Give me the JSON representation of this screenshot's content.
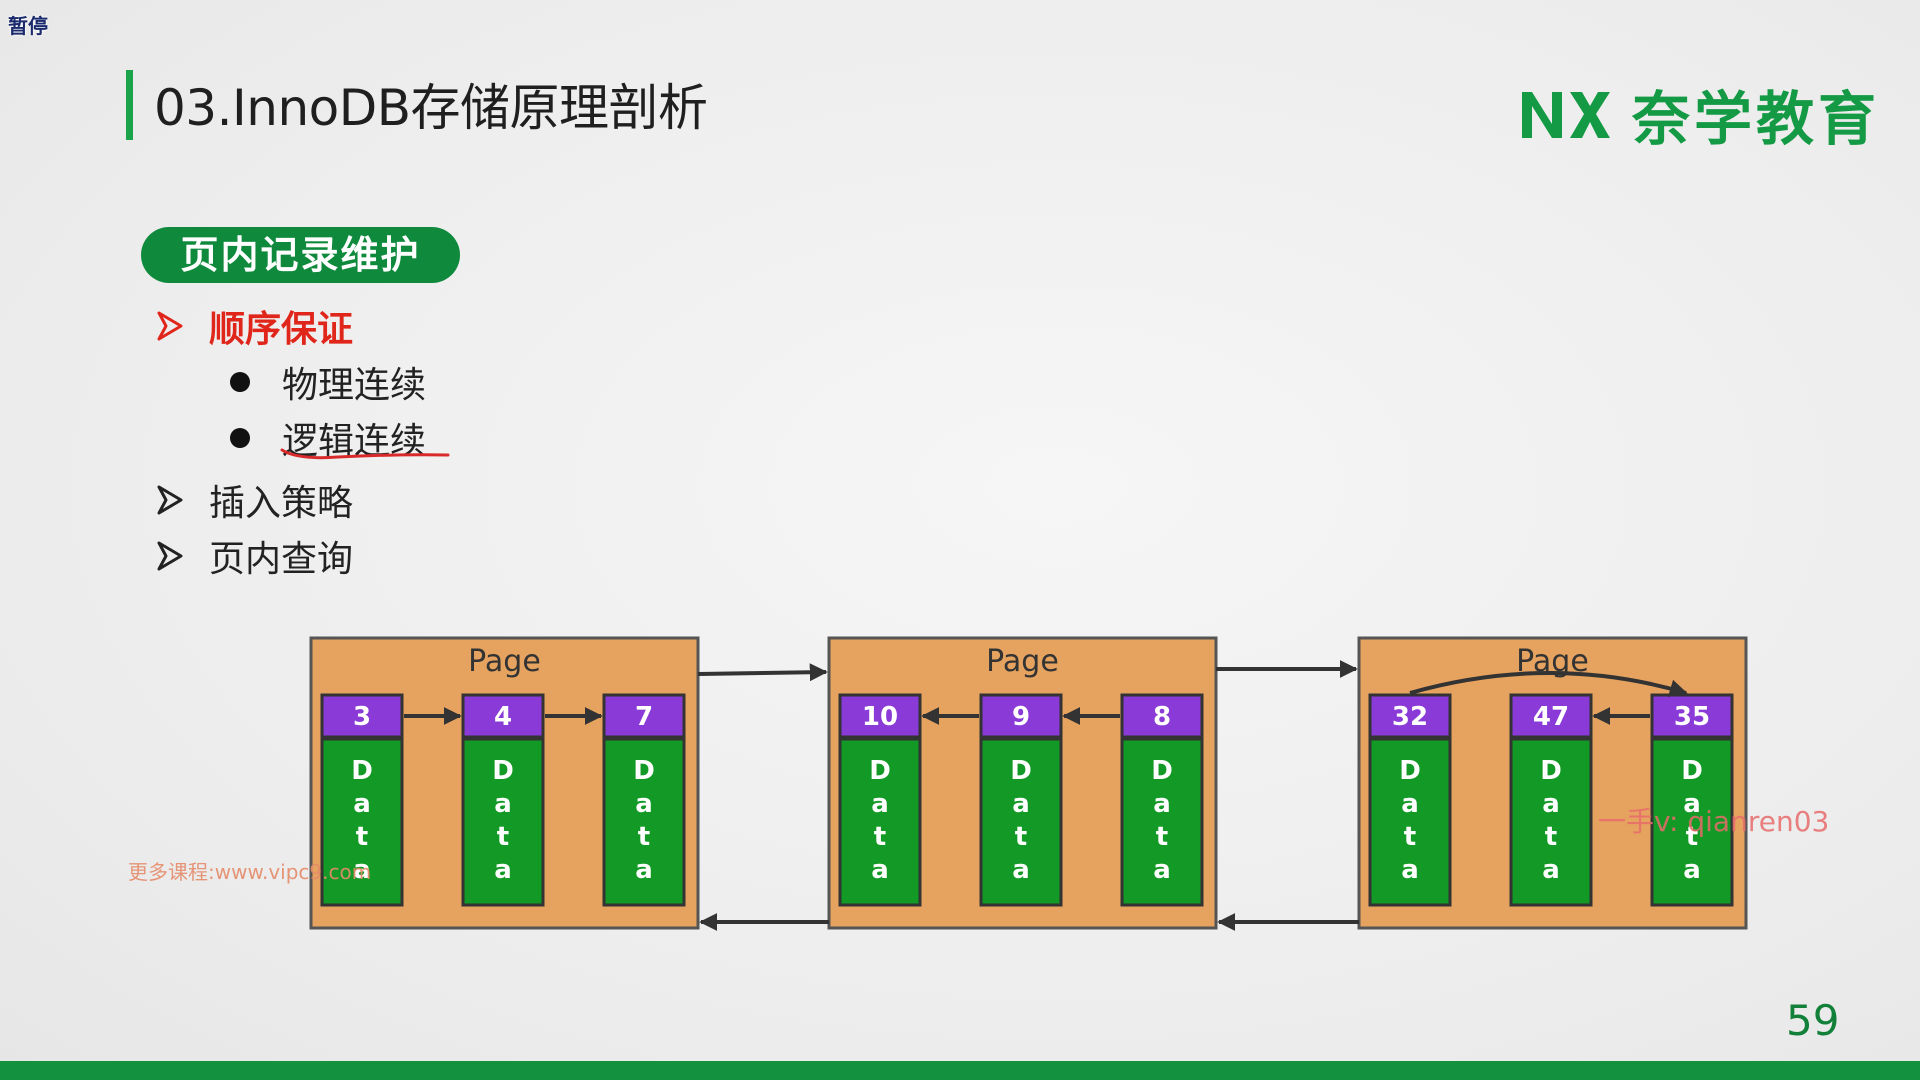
{
  "overlay": {
    "pause_label": "暂停"
  },
  "header": {
    "title": "03.InnoDB存储原理剖析"
  },
  "brand": {
    "name": "奈学教育",
    "color": "#149a44"
  },
  "section": {
    "title": "页内记录维护"
  },
  "outline": {
    "items": [
      {
        "label": "顺序保证",
        "active": true
      },
      {
        "label": "插入策略",
        "active": false
      },
      {
        "label": "页内查询",
        "active": false
      }
    ],
    "sub_items": [
      "物理连续",
      "逻辑连续"
    ]
  },
  "diagram": {
    "page_label": "Page",
    "data_letters": [
      "D",
      "a",
      "t",
      "a"
    ],
    "pages": [
      {
        "records": [
          "3",
          "4",
          "7"
        ]
      },
      {
        "records": [
          "10",
          "9",
          "8"
        ]
      },
      {
        "records": [
          "32",
          "47",
          "35"
        ]
      }
    ],
    "colors": {
      "page": "#e6a35f",
      "key": "#8a3ad6",
      "data": "#139a26"
    }
  },
  "watermarks": {
    "left": "更多课程:www.vipc9.com",
    "right": "一手v: qianren03"
  },
  "footer": {
    "page_number": "59"
  }
}
